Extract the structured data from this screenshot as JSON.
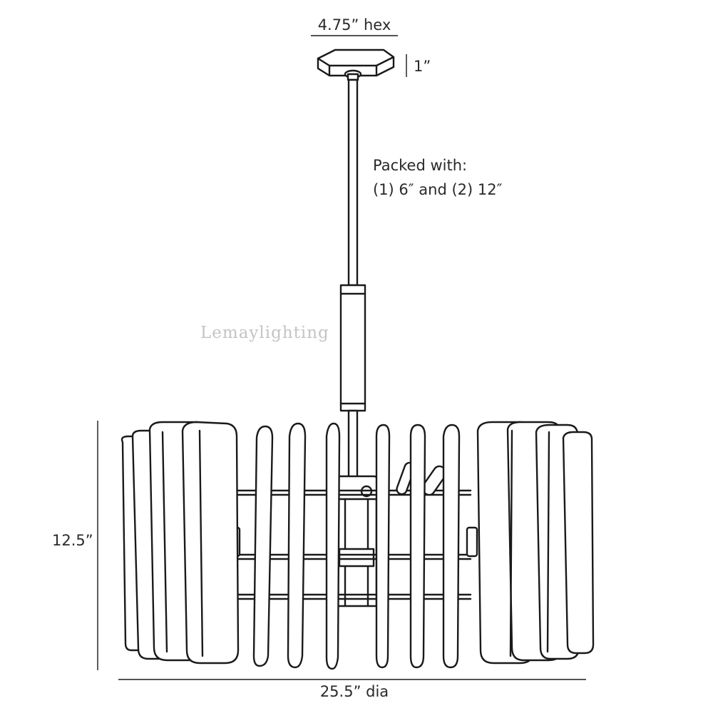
{
  "dimensions": {
    "canopy_width": "4.75” hex",
    "canopy_height": "1”",
    "overall_height": "12.5”",
    "diameter": "25.5” dia"
  },
  "note": {
    "line1": "Packed with:",
    "line2": "(1) 6″ and (2) 12″"
  },
  "watermark": "Lemaylighting"
}
